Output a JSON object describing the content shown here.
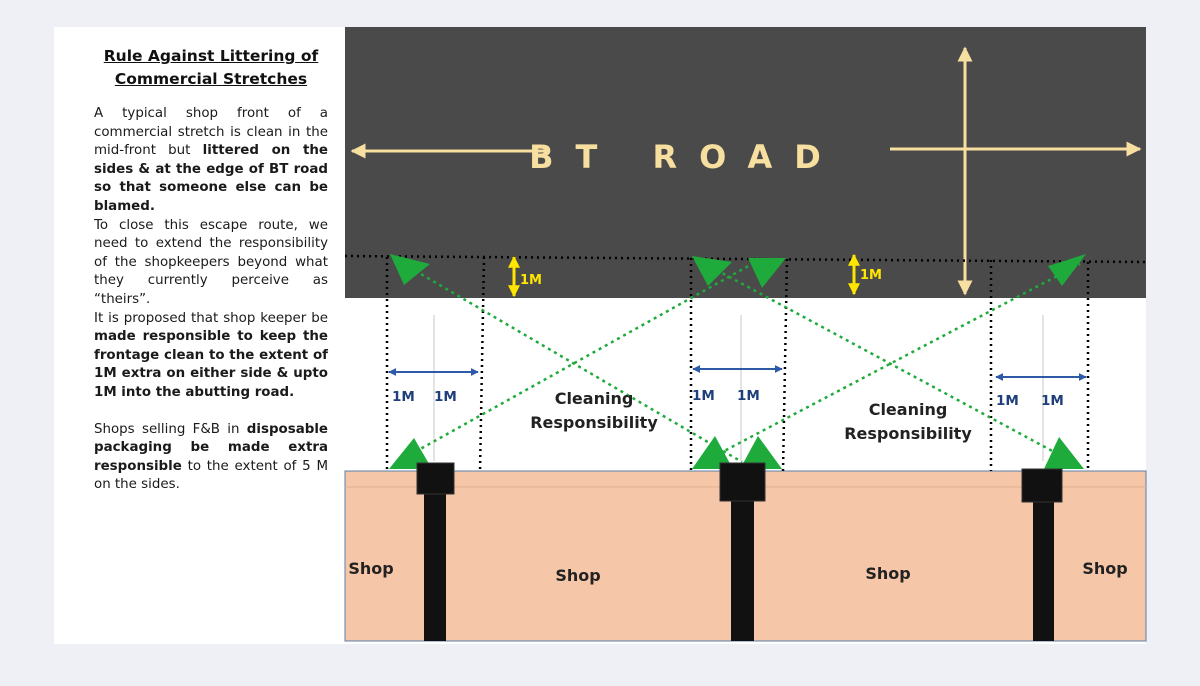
{
  "title": {
    "line1": "Rule Against Littering of",
    "line2": "Commercial Stretches"
  },
  "paragraphs": {
    "p1_a": "A typical shop front of a commercial stretch is clean in the mid-front but ",
    "p1_b": "littered on the sides & at the edge of BT road so that someone else can be blamed.",
    "p2": "To close this escape route, we need to extend the responsibility of the shopkeepers beyond what they currently perceive as “theirs”.",
    "p3_a": "It is proposed that shop keeper be ",
    "p3_b": "made responsible to keep the frontage clean to the extent of 1M extra on either side & upto 1M into the abutting road.",
    "p4_a": "Shops selling F&B in ",
    "p4_b": "disposable packaging be made extra responsible",
    "p4_c": " to the extent of 5 M on the sides."
  },
  "diagram": {
    "road_label": "BT ROAD",
    "road_depth_label": "1M",
    "side_label": "1M",
    "cleaning_line1": "Cleaning",
    "cleaning_line2": "Responsibility",
    "shop_label": "Shop"
  },
  "colors": {
    "road": "#4a4a4a",
    "shop": "#f5c7a8",
    "arrow_pale": "#f7dfa0",
    "yellow": "#ffe600",
    "green": "#1faa3c",
    "blue": "#2d5aa8",
    "wall": "#111111"
  }
}
